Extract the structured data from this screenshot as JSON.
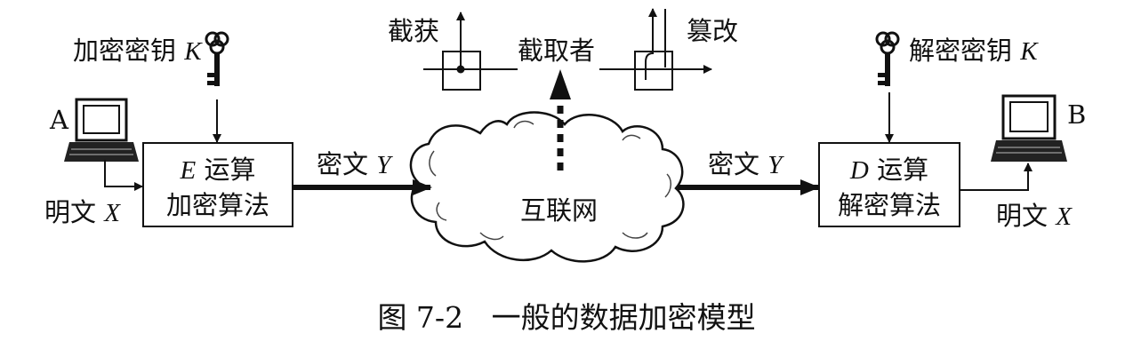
{
  "diagram": {
    "sender": {
      "name": "A",
      "key_label": "加密密钥",
      "key_symbol": "K",
      "plaintext_label": "明文",
      "plaintext_symbol": "X"
    },
    "encrypt_box": {
      "op_symbol": "E",
      "op_label": "运算",
      "algo_label": "加密算法"
    },
    "ciphertext_left": {
      "label": "密文",
      "symbol": "Y"
    },
    "network_label": "互联网",
    "attacker": {
      "label": "截取者",
      "intercept_label": "截获",
      "tamper_label": "篡改"
    },
    "ciphertext_right": {
      "label": "密文",
      "symbol": "Y"
    },
    "decrypt_box": {
      "op_symbol": "D",
      "op_label": "运算",
      "algo_label": "解密算法"
    },
    "receiver": {
      "name": "B",
      "key_label": "解密密钥",
      "key_symbol": "K",
      "plaintext_label": "明文",
      "plaintext_symbol": "X"
    }
  },
  "caption": {
    "figure_number": "图 7-2",
    "title": "一般的数据加密模型"
  }
}
